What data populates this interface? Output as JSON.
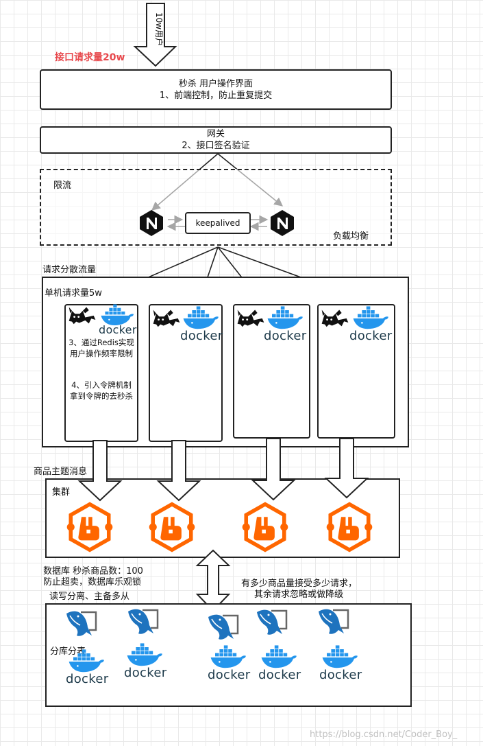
{
  "users": "10w用户",
  "api_request": "接口请求量20w",
  "seckill_ui": {
    "title": "秒杀 用户操作界面",
    "note": "1、前端控制，防止重复提交"
  },
  "gateway": {
    "title": "网关",
    "note": "2、接口签名验证"
  },
  "rate_limit": "限流",
  "keepalived": "keepalived",
  "load_balance": "负载均衡",
  "nginx_letter": "N",
  "disperse": "请求分散流量",
  "single_machine": "单机请求量5w",
  "docker_label": "docker",
  "node1_note1": "3、通过Redis实现用户操作频率限制",
  "node1_note2": "4、引入令牌机制拿到令牌的去秒杀",
  "topic": "商品主题消息",
  "cluster": "集群",
  "db_note1": "数据库 秒杀商品数：100",
  "db_note2": "防止超卖，数据库乐观锁",
  "db_note3": "读写分离、主备多从",
  "sharding": "分库分表",
  "qty_note1": "有多少商品量接受多少请求，",
  "qty_note2": "其余请求忽略或做降级",
  "watermark": "https://blog.csdn.net/Coder_Boy_",
  "colors": {
    "rabbit": "#ff6600",
    "docker_blue": "#2496ed",
    "mysql_blue": "#1e73be",
    "red_label": "#e8494d"
  }
}
